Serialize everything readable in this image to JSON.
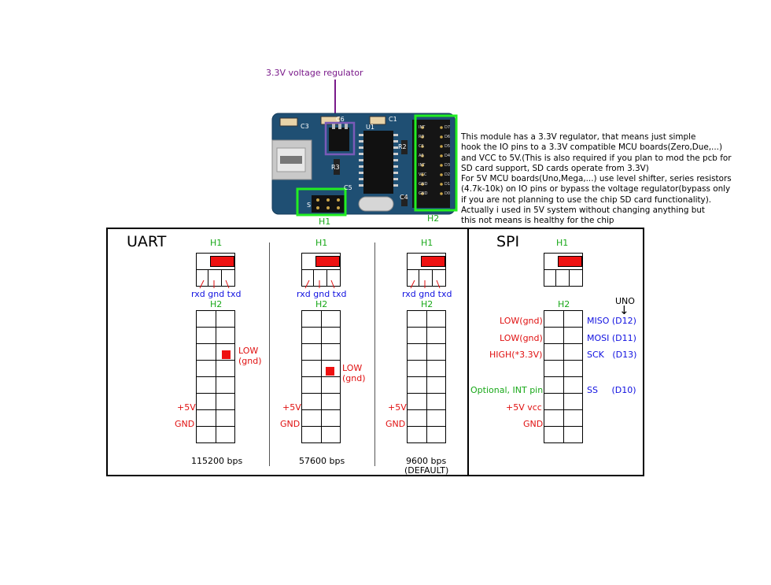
{
  "board": {
    "regulator_label": "3.3V voltage regulator",
    "labels": {
      "c3": "C3",
      "c6": "C6",
      "c1": "C1",
      "u1": "U1",
      "r2": "R2",
      "r3": "R3",
      "c4": "C4",
      "c5": "C5",
      "s": "S",
      "h1": "H1",
      "h2": "H2"
    },
    "h2_pin_labels": [
      "INT",
      "RD",
      "CS",
      "A0",
      "INT",
      "VCC",
      "GND",
      "GND"
    ],
    "h2_pin_labels_right": [
      "D7",
      "D6",
      "D5",
      "D4",
      "D3",
      "D2",
      "D1",
      "D0"
    ]
  },
  "description": [
    "This module has a 3.3V regulator, that means just simple",
    "hook the IO pins to a 3.3V compatible MCU boards(Zero,Due,...)",
    "and VCC to 5V.(This is also required if you plan to mod the pcb for",
    "SD card support, SD cards operate from 3.3V)",
    "For 5V MCU boards(Uno,Mega,...) use level shifter, series resistors",
    "(4.7k-10k) on IO pins or bypass the voltage regulator(bypass only",
    "if you are not planning to use the chip SD card functionality).",
    "Actually i used in 5V system without changing anything but",
    "this not means is healthy for the chip"
  ],
  "uart": {
    "title": "UART",
    "h1_label": "H1",
    "h2_label": "H2",
    "pin_labels": [
      "rxd",
      "gnd",
      "txd"
    ],
    "plus5v": "+5V",
    "gnd": "GND",
    "low_line1": "LOW",
    "low_line2": "(gnd)",
    "configs": [
      {
        "bps": "115200 bps",
        "note": ""
      },
      {
        "bps": "57600 bps",
        "note": ""
      },
      {
        "bps": "9600 bps",
        "note": "(DEFAULT)"
      }
    ]
  },
  "spi": {
    "title": "SPI",
    "h1_label": "H1",
    "h2_label": "H2",
    "uno_label": "UNO",
    "uno_arrow": "↓",
    "left_labels": [
      "LOW(gnd)",
      "LOW(gnd)",
      "HIGH(*3.3V)",
      "Optional, INT pin",
      "+5V vcc",
      "GND"
    ],
    "right_labels": [
      "MISO",
      "MOSI",
      "SCK",
      "SS"
    ],
    "right_pins": [
      "(D12)",
      "(D11)",
      "(D13)",
      "(D10)"
    ]
  },
  "colors": {
    "header_label": "#18a818",
    "warning": "#e01010",
    "pins": "#1010e0",
    "regulator": "#7a1a8a",
    "pcb": "#1f4f73",
    "highlight": "#22ee22"
  }
}
